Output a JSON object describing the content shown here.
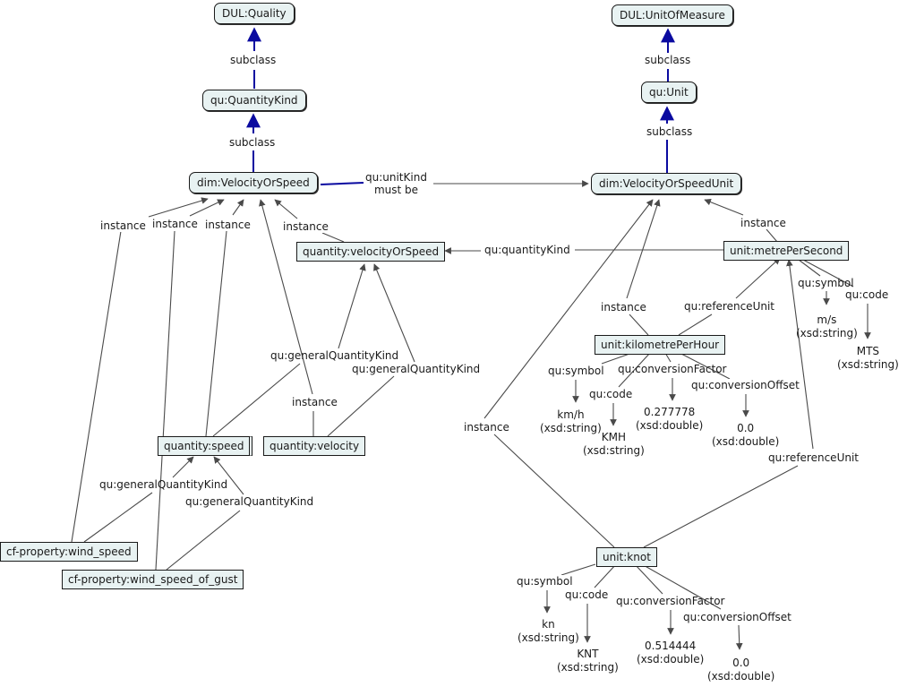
{
  "diagram": {
    "title": "Velocity or speed units ontology concept map",
    "colors": {
      "subclass_edge": "#0a0aa0",
      "edge": "#444444",
      "node_fill": "#e8f2f2"
    },
    "nodes": {
      "dul_quality": "DUL:Quality",
      "qu_quantitykind": "qu:QuantityKind",
      "dim_velocityorspeed": "dim:VelocityOrSpeed",
      "dul_unitofmeasure": "DUL:UnitOfMeasure",
      "qu_unit": "qu:Unit",
      "dim_velocityorspeedunit": "dim:VelocityOrSpeedUnit",
      "quantity_velocityorspeed": "quantity:velocityOrSpeed",
      "unit_metrepersecond": "unit:metrePerSecond",
      "unit_kilometreperhour": "unit:kilometrePerHour",
      "quantity_speed": "quantity:speed",
      "quantity_velocity": "quantity:velocity",
      "cf_wind_speed": "cf-property:wind_speed",
      "cf_wind_speed_of_gust": "cf-property:wind_speed_of_gust",
      "unit_knot": "unit:knot"
    },
    "edge_labels": {
      "subclass_1": "subclass",
      "subclass_2": "subclass",
      "subclass_3": "subclass",
      "subclass_4": "subclass",
      "unitkind": "qu:unitKind\nmust be",
      "instance_1": "instance",
      "instance_2": "instance",
      "instance_3": "instance",
      "instance_4": "instance",
      "instance_5": "instance",
      "instance_6": "instance",
      "instance_7": "instance",
      "instance_8": "instance",
      "quantitykind": "qu:quantityKind",
      "gqk_1": "qu:generalQuantityKind",
      "gqk_2": "qu:generalQuantityKind",
      "gqk_3": "qu:generalQuantityKind",
      "gqk_4": "qu:generalQuantityKind",
      "refunit_1": "qu:referenceUnit",
      "refunit_2": "qu:referenceUnit",
      "mps_symbol": "qu:symbol",
      "mps_code": "qu:code",
      "kmh_symbol": "qu:symbol",
      "kmh_code": "qu:code",
      "kmh_factor": "qu:conversionFactor",
      "kmh_offset": "qu:conversionOffset",
      "kn_symbol": "qu:symbol",
      "kn_code": "qu:code",
      "kn_factor": "qu:conversionFactor",
      "kn_offset": "qu:conversionOffset"
    },
    "literals": {
      "mps_symbol": {
        "value": "m/s",
        "type": "(xsd:string)"
      },
      "mps_code": {
        "value": "MTS",
        "type": "(xsd:string)"
      },
      "kmh_symbol": {
        "value": "km/h",
        "type": "(xsd:string)"
      },
      "kmh_code": {
        "value": "KMH",
        "type": "(xsd:string)"
      },
      "kmh_factor": {
        "value": "0.277778",
        "type": "(xsd:double)"
      },
      "kmh_offset": {
        "value": "0.0",
        "type": "(xsd:double)"
      },
      "kn_symbol": {
        "value": "kn",
        "type": "(xsd:string)"
      },
      "kn_code": {
        "value": "KNT",
        "type": "(xsd:string)"
      },
      "kn_factor": {
        "value": "0.514444",
        "type": "(xsd:double)"
      },
      "kn_offset": {
        "value": "0.0",
        "type": "(xsd:double)"
      }
    }
  }
}
